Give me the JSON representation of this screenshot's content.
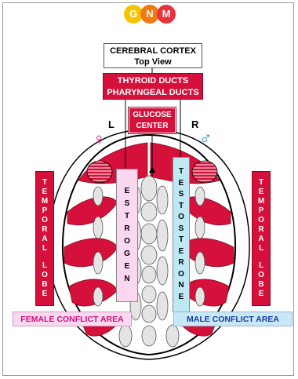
{
  "logo": {
    "letters": [
      "G",
      "N",
      "M"
    ],
    "colors": [
      "#f5c400",
      "#f07a10",
      "#e8323c"
    ]
  },
  "title": {
    "line1": "CEREBRAL CORTEX",
    "line2": "Top View"
  },
  "ducts": {
    "line1": "THYROID DUCTS",
    "line2": "PHARYNGEAL DUCTS"
  },
  "glucose": {
    "line1": "GLUCOSE",
    "line2": "CENTER"
  },
  "sides": {
    "left": "L",
    "right": "R"
  },
  "symbols": {
    "female": "♀",
    "male": "♂"
  },
  "left_lobe": {
    "word1": [
      "T",
      "E",
      "M",
      "P",
      "O",
      "R",
      "A",
      "L"
    ],
    "word2": [
      "L",
      "O",
      "B",
      "E"
    ]
  },
  "right_lobe": {
    "word1": [
      "T",
      "E",
      "M",
      "P",
      "O",
      "R",
      "A",
      "L"
    ],
    "word2": [
      "L",
      "O",
      "B",
      "E"
    ]
  },
  "estrogen": {
    "letters": [
      "E",
      "S",
      "T",
      "R",
      "O",
      "G",
      "E",
      "N"
    ]
  },
  "testosterone": {
    "letters": [
      "T",
      "E",
      "S",
      "T",
      "O",
      "S",
      "T",
      "E",
      "R",
      "O",
      "N",
      "E"
    ]
  },
  "conflict_areas": {
    "female": "FEMALE CONFLICT AREA",
    "male": "MALE CONFLICT AREA"
  },
  "colors": {
    "red": "#d5103a",
    "female_pink": "#fbd7f0",
    "male_blue": "#c8e8f7"
  }
}
